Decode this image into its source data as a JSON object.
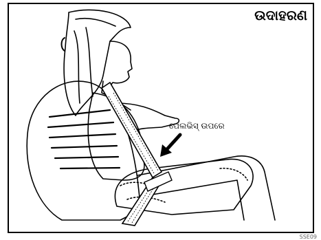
{
  "figure": {
    "title": "ଉଦାହରଣ",
    "callout": "ପେଲଭିସ୍ ଉପରେ",
    "code": "SSE09"
  },
  "icons": {
    "arrow": "arrow-down-left-icon",
    "illustration": "seated-woman-seatbelt-lap-belt-over-pelvis"
  },
  "colors": {
    "line": "#000000",
    "background": "#ffffff"
  }
}
